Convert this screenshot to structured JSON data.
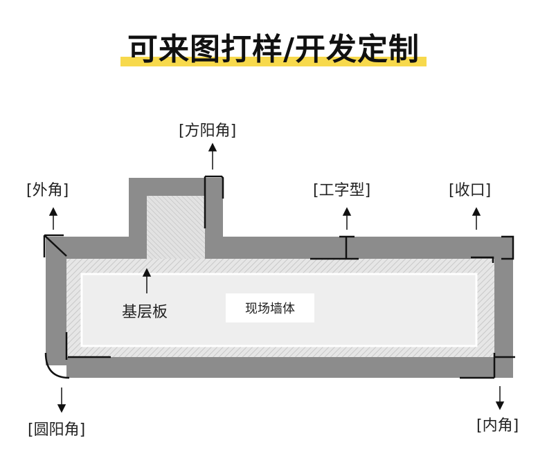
{
  "title": "可来图打样/开发定制",
  "labels": {
    "square_outer_corner": "[方阳角]",
    "outer_corner": "[外角]",
    "i_beam": "[工字型]",
    "edge_trim": "[收口]",
    "round_outer_corner": "[圆阳角]",
    "inner_corner": "[内角]",
    "base_board": "基层板",
    "site_wall": "现场墙体"
  },
  "colors": {
    "wall": "#8c8c8c",
    "hatch": "#dcdcdc",
    "highlight": "#f7d94c",
    "profile": "#111111"
  }
}
